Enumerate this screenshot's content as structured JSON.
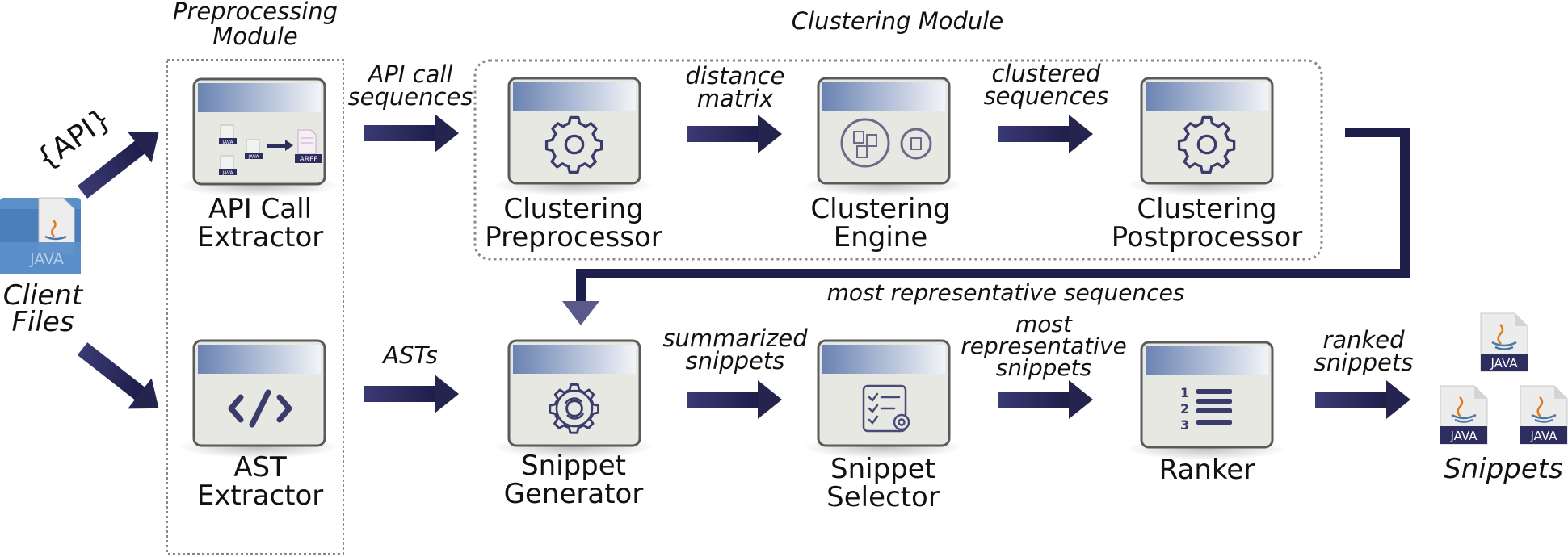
{
  "modules": {
    "preprocessing": {
      "line1": "Preprocessing",
      "line2": "Module"
    },
    "clustering": {
      "title": "Clustering Module"
    }
  },
  "inputs": {
    "api_brace": "{API}",
    "client_files": {
      "line1": "Client",
      "line2": "Files"
    },
    "java_label": "JAVA"
  },
  "components": {
    "api_call_extractor": {
      "line1": "API Call",
      "line2": "Extractor",
      "icon_java": "JAVA",
      "icon_arff": "ARFF"
    },
    "ast_extractor": {
      "line1": "AST",
      "line2": "Extractor"
    },
    "clustering_preprocessor": {
      "line1": "Clustering",
      "line2": "Preprocessor"
    },
    "clustering_engine": {
      "line1": "Clustering",
      "line2": "Engine"
    },
    "clustering_postprocessor": {
      "line1": "Clustering",
      "line2": "Postprocessor"
    },
    "snippet_generator": {
      "line1": "Snippet",
      "line2": "Generator"
    },
    "snippet_selector": {
      "line1": "Snippet",
      "line2": "Selector"
    },
    "ranker": {
      "line1": "Ranker"
    }
  },
  "edges": {
    "api_call_sequences": {
      "line1": "API call",
      "line2": "sequences"
    },
    "distance_matrix": {
      "line1": "distance",
      "line2": "matrix"
    },
    "clustered_sequences": {
      "line1": "clustered",
      "line2": "sequences"
    },
    "most_representative_sequences": "most representative sequences",
    "asts": "ASTs",
    "summarized_snippets": {
      "line1": "summarized",
      "line2": "snippets"
    },
    "most_representative_snippets": {
      "line1": "most",
      "line2": "representative",
      "line3": "snippets"
    },
    "ranked_snippets": {
      "line1": "ranked",
      "line2": "snippets"
    }
  },
  "outputs": {
    "snippets": "Snippets",
    "java_label": "JAVA"
  },
  "colors": {
    "arrow": "#2b2b5e",
    "window_header": "#6e86b4",
    "window_body": "#e9e9e4",
    "icon": "#3c3c6c"
  }
}
